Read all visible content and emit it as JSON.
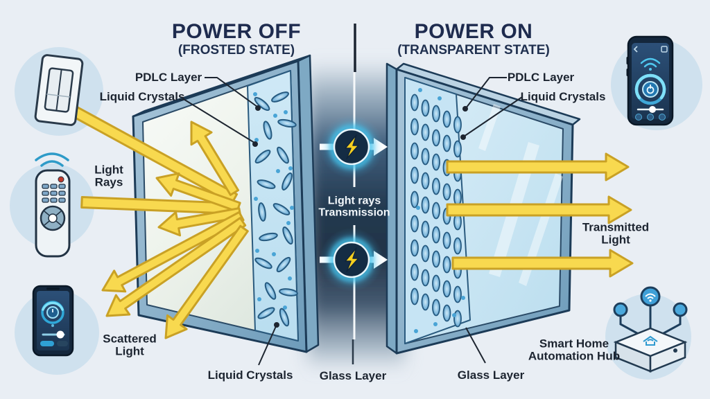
{
  "left_section": {
    "title": "POWER OFF",
    "subtitle": "(FROSTED STATE)",
    "labels": {
      "pdlc_layer": "PDLC Layer",
      "liquid_crystals": "Liquid Crystals",
      "light_rays": "Light Rays",
      "scattered_light": "Scattered Light",
      "liquid_crystals_bottom": "Liquid Crystals"
    }
  },
  "right_section": {
    "title": "POWER ON",
    "subtitle": "(TRANSPARENT STATE)",
    "labels": {
      "pdlc_layer": "PDLC Layer",
      "liquid_crystals": "Liquid Crystals",
      "transmitted_light": "Transmitted Light",
      "glass_layer": "Glass Layer",
      "smart_home_hub": "Smart Home Automation Hub"
    }
  },
  "center": {
    "transmission_label": "Light rays Transmission",
    "glass_layer": "Glass Layer"
  },
  "icons": {
    "left": [
      "light-switch-icon",
      "remote-control-icon",
      "smartphone-app-icon"
    ],
    "right": [
      "smartphone-app-icon",
      "smart-home-hub-icon"
    ],
    "center": [
      "lightning-bolt-icon",
      "lightning-bolt-icon"
    ]
  },
  "colors": {
    "background": "#E9EEF4",
    "title_navy": "#1E2B4E",
    "label_dark": "#1C2430",
    "ray_yellow": "#F8D94F",
    "ray_outline": "#C9A125",
    "frame_blue": "#7FA9C6",
    "frame_outline": "#1C3B57",
    "pdlc_fill": "#CCE7F5",
    "crystal_blue": "#7FB6DC",
    "strip_dark": "#223448",
    "glow_cyan": "#45C6EF",
    "bolt_yellow": "#F6CF1F",
    "icon_circle": "#CFE1EE"
  }
}
